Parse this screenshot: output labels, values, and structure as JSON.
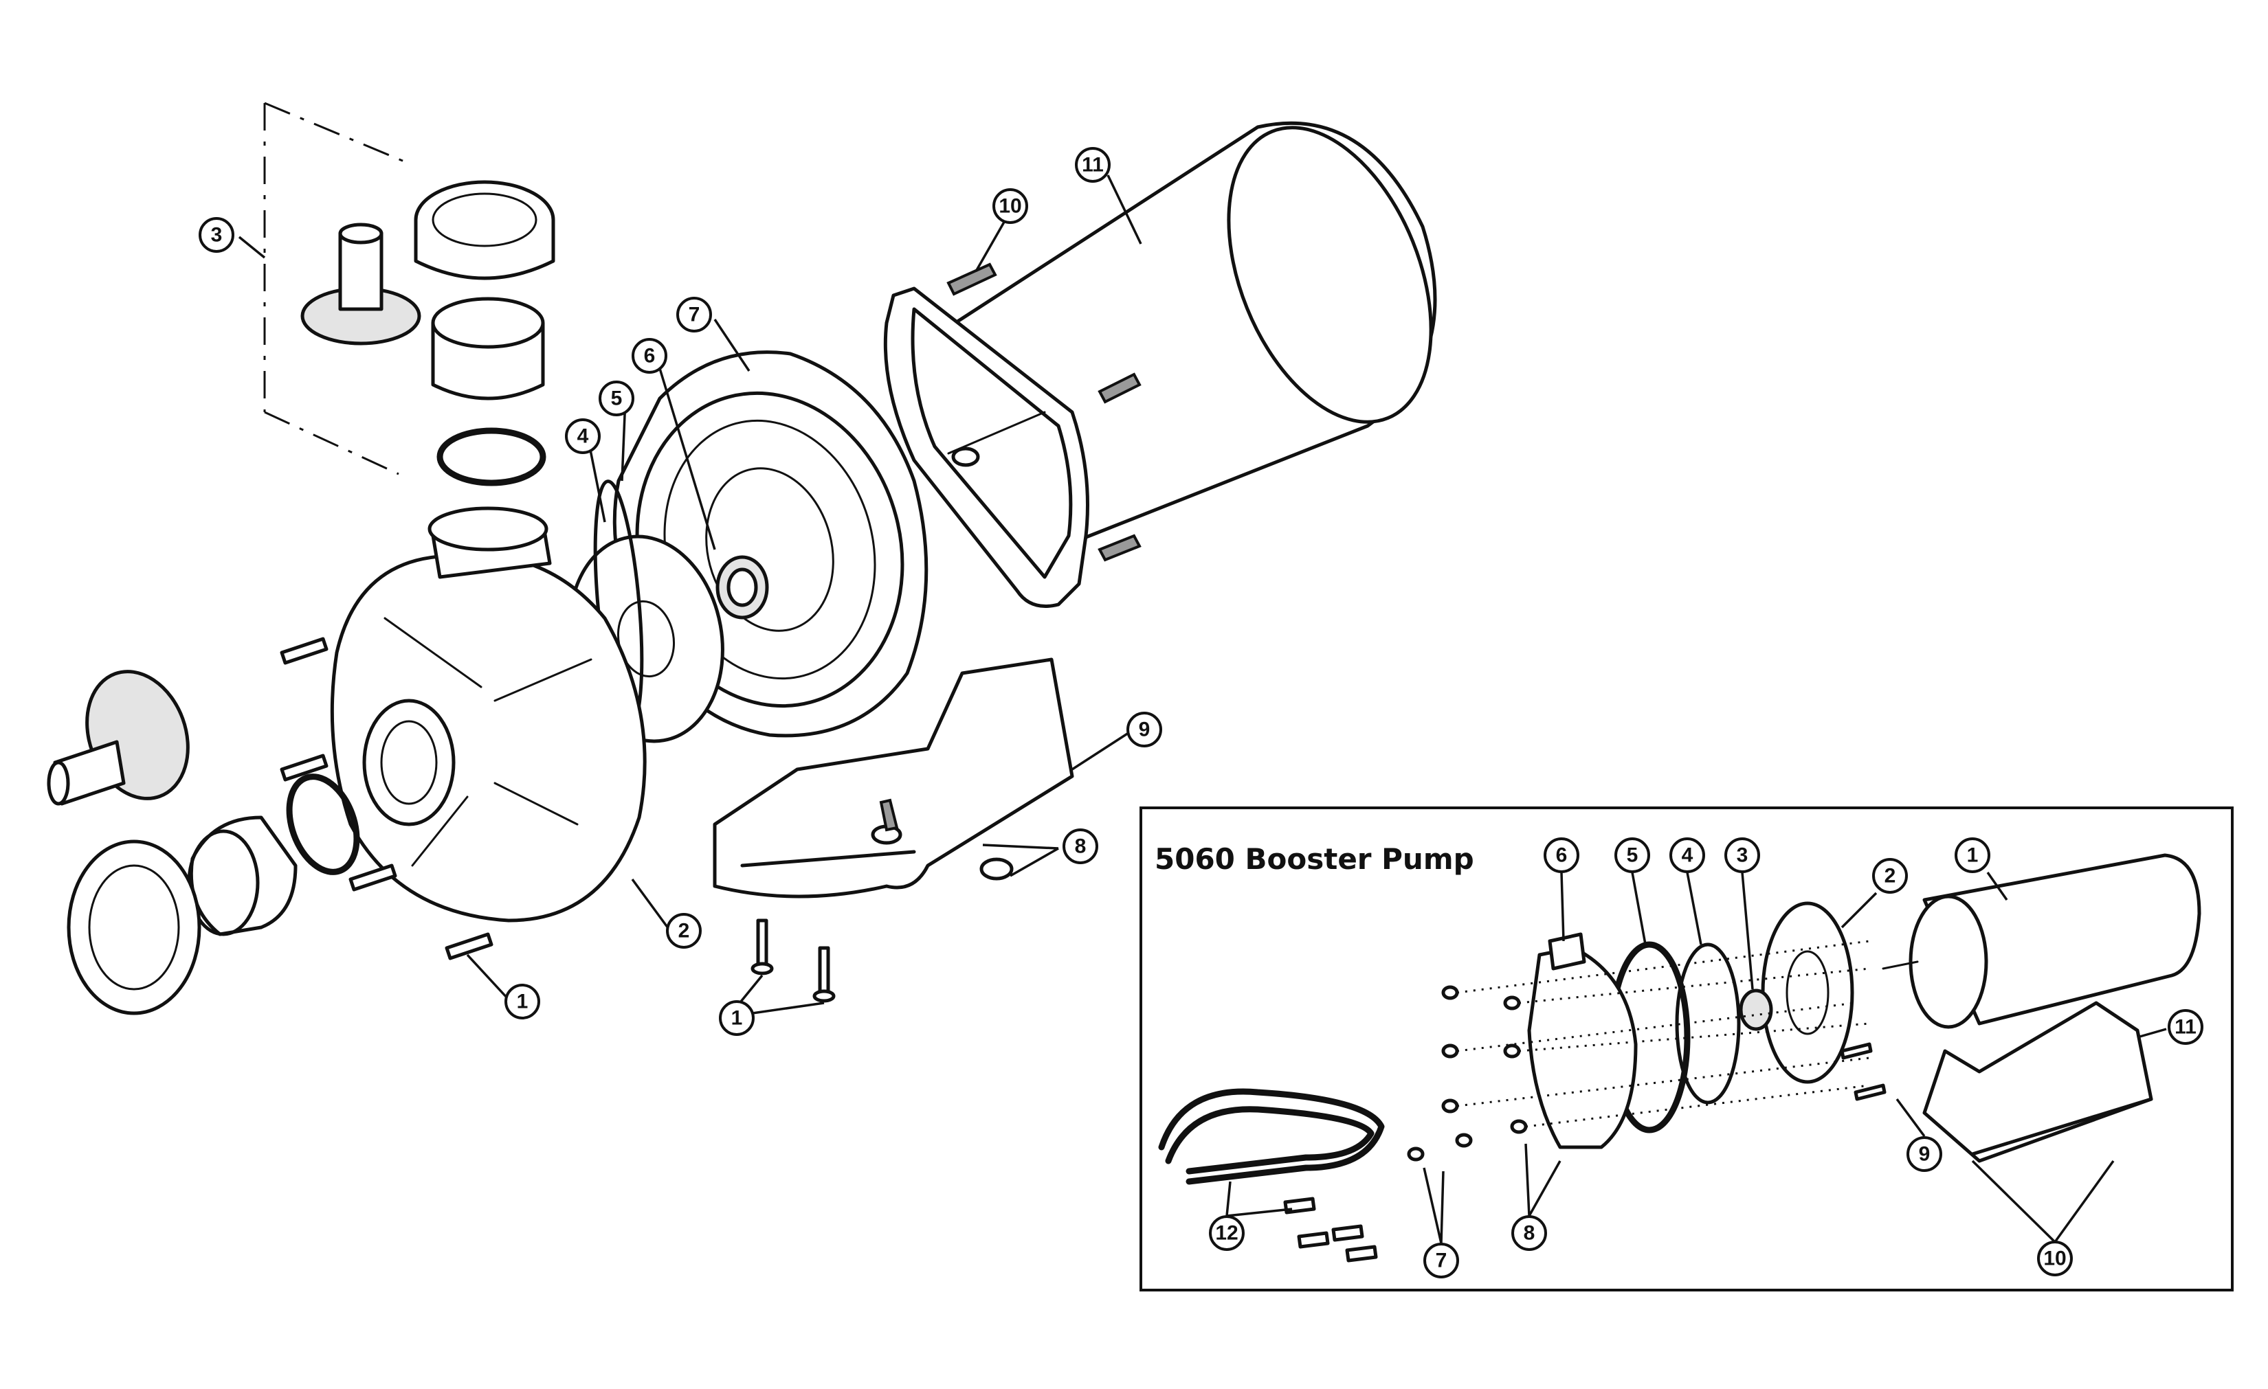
{
  "inset": {
    "title": "5060 Booster Pump"
  },
  "main_callouts": {
    "c1a": "1",
    "c1b": "1",
    "c2": "2",
    "c3": "3",
    "c4": "4",
    "c5": "5",
    "c6": "6",
    "c7": "7",
    "c8": "8",
    "c9": "9",
    "c10": "10",
    "c11": "11"
  },
  "inset_callouts": {
    "c1": "1",
    "c2": "2",
    "c3": "3",
    "c4": "4",
    "c5": "5",
    "c6": "6",
    "c7": "7",
    "c8": "8",
    "c9": "9",
    "c10": "10",
    "c11": "11",
    "c12": "12"
  }
}
